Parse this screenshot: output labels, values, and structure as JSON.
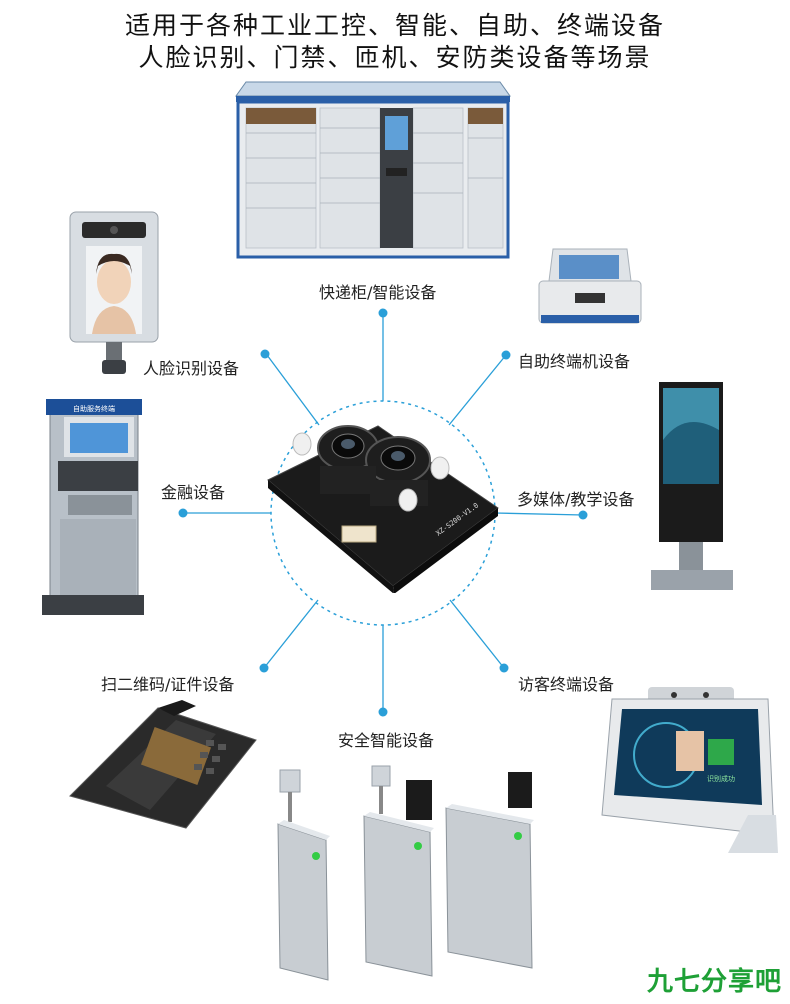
{
  "headline": {
    "line1": "适用于各种工业工控、智能、自助、终端设备",
    "line2": "人脸识别、门禁、匝机、安防类设备等场景"
  },
  "colors": {
    "accent": "#2a9fd8",
    "board": "#1b1b1b",
    "watermark": "#1ea036"
  },
  "labels": {
    "locker": "快递柜/智能设备",
    "face": "人脸识别设备",
    "selfservice": "自助终端机设备",
    "finance": "金融设备",
    "multimedia": "多媒体/教学设备",
    "scan": "扫二维码/证件设备",
    "visitor": "访客终端设备",
    "security": "安全智能设备"
  },
  "devices": {
    "atm_screen_title": "自助服务终端",
    "board_text": "XZ-S200-V1.0",
    "visitor_screen_text": "识别成功"
  },
  "watermark": "九七分享吧"
}
